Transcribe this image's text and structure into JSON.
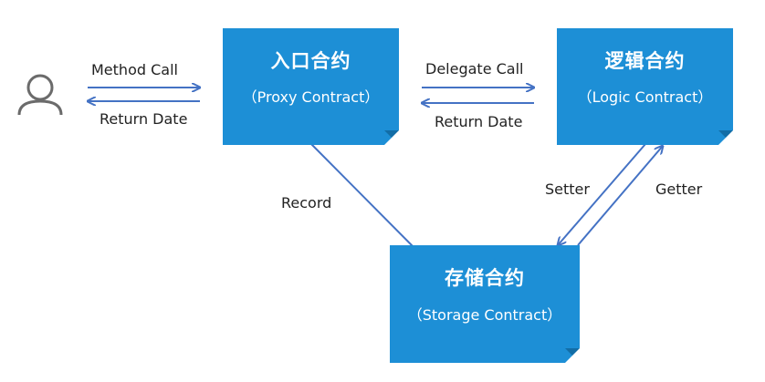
{
  "diagram": {
    "user_icon": "user-icon",
    "proxy": {
      "title": "入口合约",
      "subtitle": "（Proxy Contract）"
    },
    "logic": {
      "title": "逻辑合约",
      "subtitle": "（Logic Contract）"
    },
    "storage": {
      "title": "存储合约",
      "subtitle": "（Storage Contract）"
    },
    "edges": {
      "method_call": "Method Call",
      "return_date_1": "Return Date",
      "delegate_call": "Delegate Call",
      "return_date_2": "Return Date",
      "record": "Record",
      "setter": "Setter",
      "getter": "Getter"
    },
    "colors": {
      "box": "#1d8fd6",
      "arrow": "#4472c4",
      "text": "#222222"
    }
  }
}
